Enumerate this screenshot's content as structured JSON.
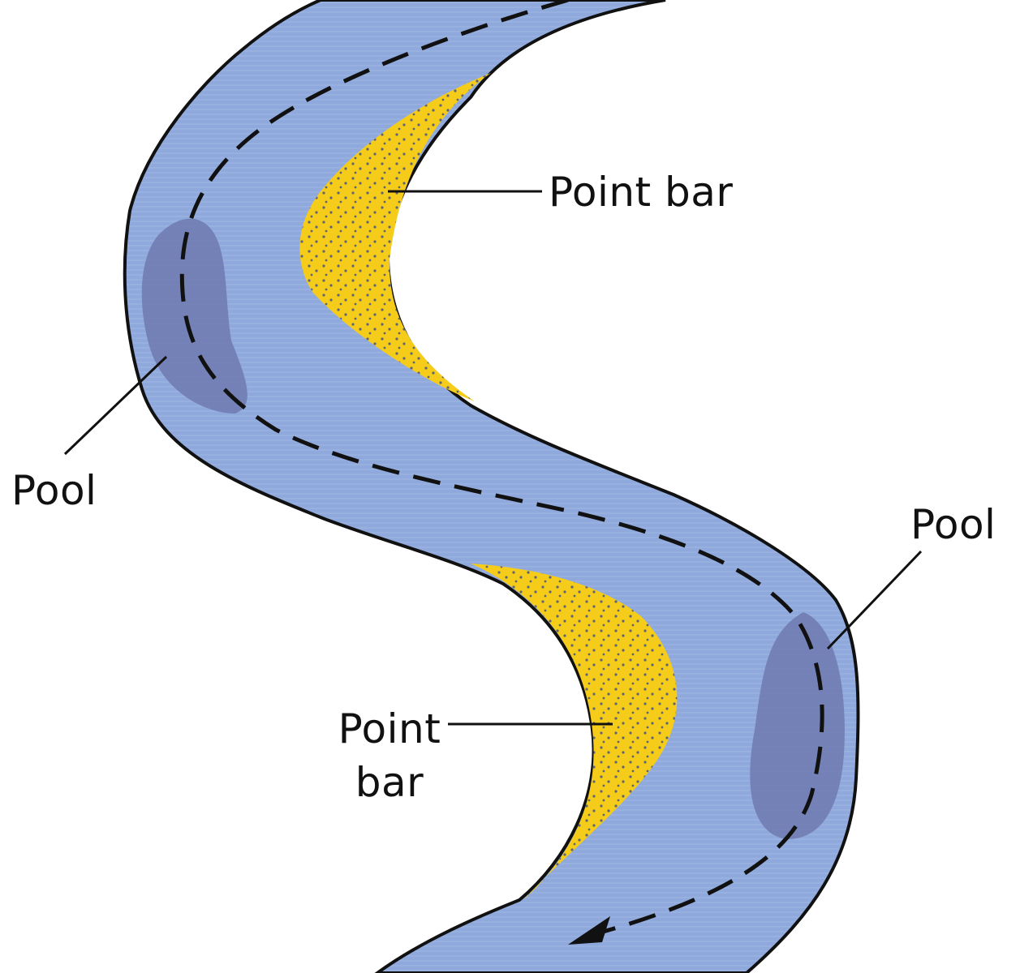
{
  "labels": {
    "point_bar_upper": "Point bar",
    "pool_left": "Pool",
    "pool_right": "Pool",
    "point_bar_lower_line1": "Point",
    "point_bar_lower_line2": "bar"
  },
  "colors": {
    "channel": "#8fa9dc",
    "channel_outline": "#111111",
    "point_bar": "#f5cc1a",
    "pool": "#6f7ab0",
    "flow_line": "#111111"
  }
}
